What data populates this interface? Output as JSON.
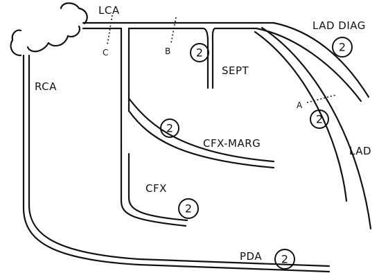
{
  "vessels": {
    "lca": "LCA",
    "rca": "RCA",
    "lad_diag": "LAD DIAG",
    "sept": "SEPT",
    "cfx_marg": "CFX-MARG",
    "lad": "LAD",
    "cfx": "CFX",
    "pda": "PDA"
  },
  "cut_labels": {
    "a": "A",
    "b": "B",
    "c": "C"
  },
  "badges": {
    "sept": "2",
    "lad_diag": "2",
    "lad": "2",
    "cfx_marg": "2",
    "cfx": "2",
    "pda": "2"
  }
}
